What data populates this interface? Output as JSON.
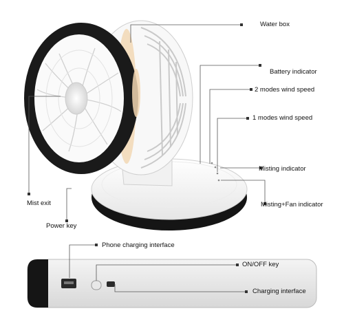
{
  "product": {
    "accent_color": "#1a1a1a",
    "body_color": "#ffffff",
    "glow_color": "#f2d9b8"
  },
  "labels": {
    "water_box": "Water box",
    "battery_indicator": "Battery indicator",
    "two_modes_wind_speed": "2 modes wind speed",
    "one_modes_wind_speed": "1 modes wind speed",
    "misting_indicator": "Misting indicator",
    "misting_fan_indicator": "Misting+Fan indicator",
    "mist_exit": "Mist exit",
    "power_key": "Power key",
    "phone_charging_interface": "Phone charging interface",
    "on_off_key": "ON/OFF key",
    "charging_interface": "Charging interface"
  }
}
